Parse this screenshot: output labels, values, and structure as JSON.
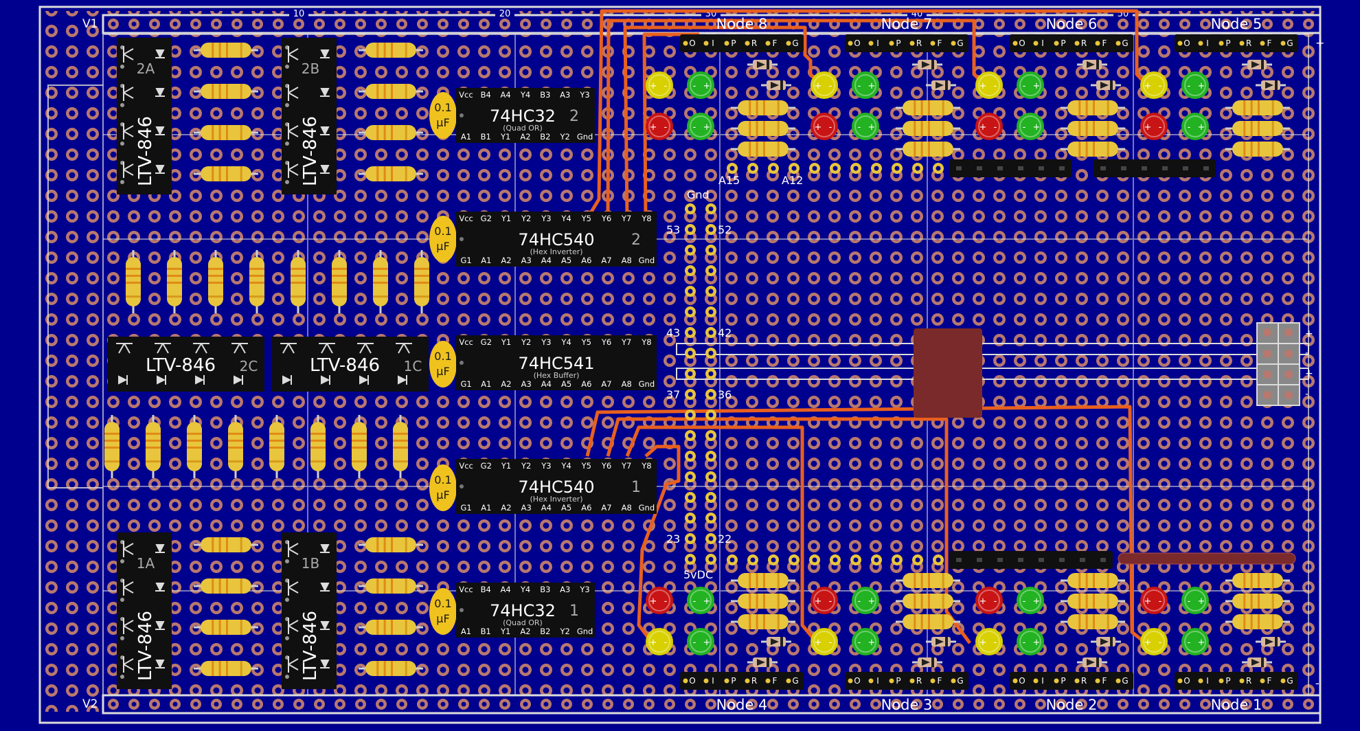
{
  "rails": {
    "top_label": "V1",
    "bottom_label": "V2",
    "plus": "+",
    "minus": "-"
  },
  "ruler": [
    "10",
    "20",
    "30",
    "40",
    "50"
  ],
  "nodes_top": [
    "Node 8",
    "Node 7",
    "Node 6",
    "Node 5"
  ],
  "nodes_bottom": [
    "Node 4",
    "Node 3",
    "Node 2",
    "Node 1"
  ],
  "header_pins": [
    "O",
    "I",
    "P",
    "R",
    "F",
    "G"
  ],
  "optos": {
    "part": "LTV-846",
    "vertical": [
      {
        "tag": "2A"
      },
      {
        "tag": "2B"
      },
      {
        "tag": "1A"
      },
      {
        "tag": "1B"
      }
    ],
    "horizontal": [
      {
        "tag": "2C"
      },
      {
        "tag": "1C"
      }
    ]
  },
  "cap": {
    "line1": "0.1",
    "line2": "µF"
  },
  "chips": [
    {
      "name": "74HC32",
      "num": "2",
      "desc": "(Quad OR)",
      "top": [
        "Vcc",
        "B4",
        "A4",
        "Y4",
        "B3",
        "A3",
        "Y3"
      ],
      "bottom": [
        "A1",
        "B1",
        "Y1",
        "A2",
        "B2",
        "Y2",
        "Gnd"
      ]
    },
    {
      "name": "74HC540",
      "num": "2",
      "desc": "(Hex Inverter)",
      "top": [
        "Vcc",
        "G2",
        "Y1",
        "Y2",
        "Y3",
        "Y4",
        "Y5",
        "Y6",
        "Y7",
        "Y8"
      ],
      "bottom": [
        "G1",
        "A1",
        "A2",
        "A3",
        "A4",
        "A5",
        "A6",
        "A7",
        "A8",
        "Gnd"
      ]
    },
    {
      "name": "74HC541",
      "num": "",
      "desc": "(Hex Buffer)",
      "top": [
        "Vcc",
        "G2",
        "Y1",
        "Y2",
        "Y3",
        "Y4",
        "Y5",
        "Y6",
        "Y7",
        "Y8"
      ],
      "bottom": [
        "G1",
        "A1",
        "A2",
        "A3",
        "A4",
        "A5",
        "A6",
        "A7",
        "A8",
        "Gnd"
      ]
    },
    {
      "name": "74HC540",
      "num": "1",
      "desc": "(Hex Inverter)",
      "top": [
        "Vcc",
        "G2",
        "Y1",
        "Y2",
        "Y3",
        "Y4",
        "Y5",
        "Y6",
        "Y7",
        "Y8"
      ],
      "bottom": [
        "G1",
        "A1",
        "A2",
        "A3",
        "A4",
        "A5",
        "A6",
        "A7",
        "A8",
        "Gnd"
      ]
    },
    {
      "name": "74HC32",
      "num": "1",
      "desc": "(Quad OR)",
      "top": [
        "Vcc",
        "B4",
        "A4",
        "Y4",
        "B3",
        "A3",
        "Y3"
      ],
      "bottom": [
        "A1",
        "B1",
        "Y1",
        "A2",
        "B2",
        "Y2",
        "Gnd"
      ]
    }
  ],
  "conn_labels": {
    "gnd": "Gnd",
    "p53": "53",
    "p52": "52",
    "p43": "43",
    "p42": "42",
    "p37": "37",
    "p36": "36",
    "p23": "23",
    "p22": "22",
    "vdc": "5vDC",
    "a15": "A15",
    "a12": "A12"
  },
  "led_signs": {
    "plus": "+",
    "minus": "-"
  },
  "colors": {
    "board": "#00008e",
    "trace": "#e8601e",
    "chip": "#101010",
    "resistor": "#e8c53c",
    "cap": "#f0c21e",
    "led_yellow": "#d8d000",
    "led_green": "#22b222",
    "led_red": "#c81414",
    "pad": "#b8786e",
    "silk": "#dcdcdc"
  }
}
